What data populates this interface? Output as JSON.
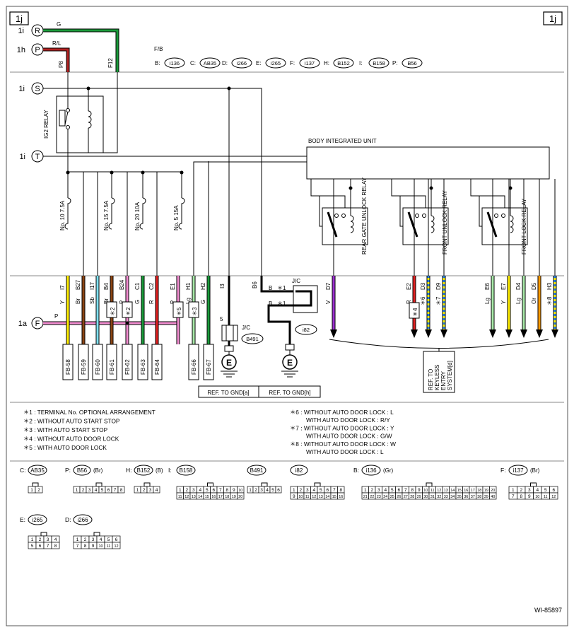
{
  "page_tag": "1j",
  "diagram_id": "WI-85897",
  "inputs": [
    {
      "ref": "1i",
      "letter": "R",
      "wire": "G",
      "color": "#1a9a3a"
    },
    {
      "ref": "1h",
      "letter": "P",
      "wire": "R/L",
      "color": "#b22222"
    },
    {
      "ref": "1i",
      "letter": "S",
      "wire": "",
      "color": "#000000"
    },
    {
      "ref": "1i",
      "letter": "T",
      "wire": "",
      "color": "#000000"
    },
    {
      "ref": "1a",
      "letter": "F",
      "wire": "P",
      "color": "#f08ccf"
    }
  ],
  "fb_pins": {
    "p8": "P8",
    "f12": "F12"
  },
  "fb_legend": {
    "title": "F/B",
    "items": [
      {
        "key": "B:",
        "conn": "i136"
      },
      {
        "key": "C:",
        "conn": "AB35"
      },
      {
        "key": "D:",
        "conn": "i266"
      },
      {
        "key": "E:",
        "conn": "i265"
      },
      {
        "key": "F:",
        "conn": "i137"
      },
      {
        "key": "H:",
        "conn": "B152"
      },
      {
        "key": "I:",
        "conn": "B158"
      },
      {
        "key": "P:",
        "conn": "B56"
      }
    ]
  },
  "ig2_relay": "IG2 RELAY",
  "body_unit": "BODY INTEGRATED UNIT",
  "relays": [
    "REAR GATE UNLOCK RELAY",
    "FRONT UNLOCK RELAY",
    "FRONT LOCK RELAY"
  ],
  "fuses": [
    "No. 10  7.5A",
    "No. 15  7.5A",
    "No. 20  10A",
    "No. 5  15A"
  ],
  "left_wires": [
    {
      "pin": "I7",
      "color": "Y",
      "hex": "#ffee00",
      "note": ""
    },
    {
      "pin": "B27",
      "color": "Br",
      "hex": "#8b4513",
      "note": ""
    },
    {
      "pin": "I17",
      "color": "Sb",
      "hex": "#7fe0f0",
      "note": ""
    },
    {
      "pin": "B4",
      "color": "Br",
      "hex": "#8b4513",
      "note": "＊2"
    },
    {
      "pin": "B24",
      "color": "P",
      "hex": "#f08ccf",
      "note": "＊2"
    },
    {
      "pin": "C1",
      "color": "G",
      "hex": "#1a9a3a",
      "note": ""
    },
    {
      "pin": "C2",
      "color": "R",
      "hex": "#e02020",
      "note": ""
    },
    {
      "pin": "E1",
      "color": "P",
      "hex": "#f08ccf",
      "note": "＊5"
    },
    {
      "pin": "H1",
      "color": "Lg",
      "hex": "#a8e8a8",
      "note": "＊3"
    },
    {
      "pin": "H2",
      "color": "G",
      "hex": "#1a9a3a",
      "note": ""
    }
  ],
  "fb_outputs": [
    "FB-58",
    "FB-59",
    "FB-60",
    "FB-61",
    "FB-62",
    "FB-63",
    "FB-64",
    "FB-66",
    "FB-67"
  ],
  "gnd": {
    "i3": "I3",
    "n5": "5",
    "b6": "B6",
    "b": "B",
    "star1": "＊1",
    "jc": "J/C",
    "b491": "B491",
    "i82": "i82",
    "e": "E",
    "ref_a": "REF. TO GND[a]",
    "ref_h": "REF. TO GND[h]"
  },
  "right_wires": [
    {
      "pin": "D7",
      "color": "V",
      "hex": "#9b30d0",
      "note": ""
    },
    {
      "pin": "E2",
      "color": "R",
      "hex": "#e02020",
      "note": "＊4"
    },
    {
      "pin": "D3",
      "color": "",
      "hex": "#ffee00",
      "note": "＊6"
    },
    {
      "pin": "D9",
      "color": "",
      "hex": "#ffee00",
      "note": "＊7"
    },
    {
      "pin": "E6",
      "color": "Lg",
      "hex": "#a8e8a8",
      "note": ""
    },
    {
      "pin": "E7",
      "color": "Y",
      "hex": "#ffee00",
      "note": ""
    },
    {
      "pin": "D4",
      "color": "Lg",
      "hex": "#a8e8a8",
      "note": ""
    },
    {
      "pin": "D5",
      "color": "Or",
      "hex": "#ff9900",
      "note": ""
    },
    {
      "pin": "H3",
      "color": "",
      "hex": "#ffee00",
      "note": "＊8"
    }
  ],
  "keyless_ref": "REF. TO KEYLESS ENTRY SYSTEM[d]",
  "notes_left": [
    "＊1 : TERMINAL No. OPTIONAL ARRANGEMENT",
    "＊2 : WITHOUT AUTO START STOP",
    "＊3 : WITH AUTO START STOP",
    "＊4 : WITHOUT AUTO DOOR LOCK",
    "＊5 : WITH AUTO DOOR LOCK"
  ],
  "notes_right": [
    "＊6 : WITHOUT AUTO DOOR LOCK  : L",
    "WITH AUTO DOOR LOCK  : R/Y",
    "＊7 : WITHOUT AUTO DOOR LOCK  : Y",
    "WITH AUTO DOOR LOCK  : G/W",
    "＊8 : WITHOUT AUTO DOOR LOCK  : W",
    "WITH AUTO DOOR LOCK  : L"
  ],
  "connectors": [
    {
      "key": "C:",
      "id": "AB35",
      "suffix": "",
      "pins": [
        "1",
        "2"
      ]
    },
    {
      "key": "P:",
      "id": "B56",
      "suffix": "(Br)",
      "pins": [
        "1",
        "2",
        "3",
        "4",
        "5",
        "6",
        "7",
        "8"
      ]
    },
    {
      "key": "H:",
      "id": "B152",
      "suffix": "(B)",
      "pins": [
        "1",
        "2",
        "3",
        "4"
      ]
    },
    {
      "key": "I:",
      "id": "B158",
      "suffix": "",
      "pins": [
        "1",
        "2",
        "3",
        "4",
        "5",
        "6",
        "7",
        "8",
        "9",
        "10",
        "11",
        "12",
        "13",
        "14",
        "15",
        "16",
        "17",
        "18",
        "19",
        "20"
      ]
    },
    {
      "key": "",
      "id": "B491",
      "suffix": "",
      "pins": [
        "1",
        "2",
        "3",
        "4",
        "5",
        "6"
      ]
    },
    {
      "key": "",
      "id": "i82",
      "suffix": "",
      "pins": [
        "1",
        "2",
        "3",
        "4",
        "5",
        "6",
        "7",
        "8",
        "9",
        "10",
        "11",
        "12",
        "13",
        "14",
        "15",
        "16"
      ]
    },
    {
      "key": "B:",
      "id": "i136",
      "suffix": "(Gr)",
      "pins": [
        "1",
        "2",
        "3",
        "4",
        "5",
        "6",
        "7",
        "8",
        "9",
        "10",
        "11",
        "12",
        "13",
        "14",
        "15",
        "16",
        "17",
        "18",
        "19",
        "20",
        "21",
        "22",
        "23",
        "24",
        "25",
        "26",
        "27",
        "28",
        "29",
        "30",
        "31",
        "32",
        "33",
        "34",
        "35",
        "36",
        "37",
        "38",
        "39",
        "40"
      ]
    },
    {
      "key": "F:",
      "id": "i137",
      "suffix": "(Br)",
      "pins": [
        "1",
        "2",
        "3",
        "4",
        "5",
        "6",
        "7",
        "8",
        "9",
        "10",
        "11",
        "12"
      ]
    },
    {
      "key": "E:",
      "id": "i265",
      "suffix": "",
      "pins": [
        "1",
        "2",
        "3",
        "4",
        "5",
        "6",
        "7",
        "8"
      ]
    },
    {
      "key": "D:",
      "id": "i266",
      "suffix": "",
      "pins": [
        "1",
        "2",
        "3",
        "4",
        "5",
        "6",
        "7",
        "8",
        "9",
        "10",
        "11",
        "12"
      ]
    }
  ]
}
